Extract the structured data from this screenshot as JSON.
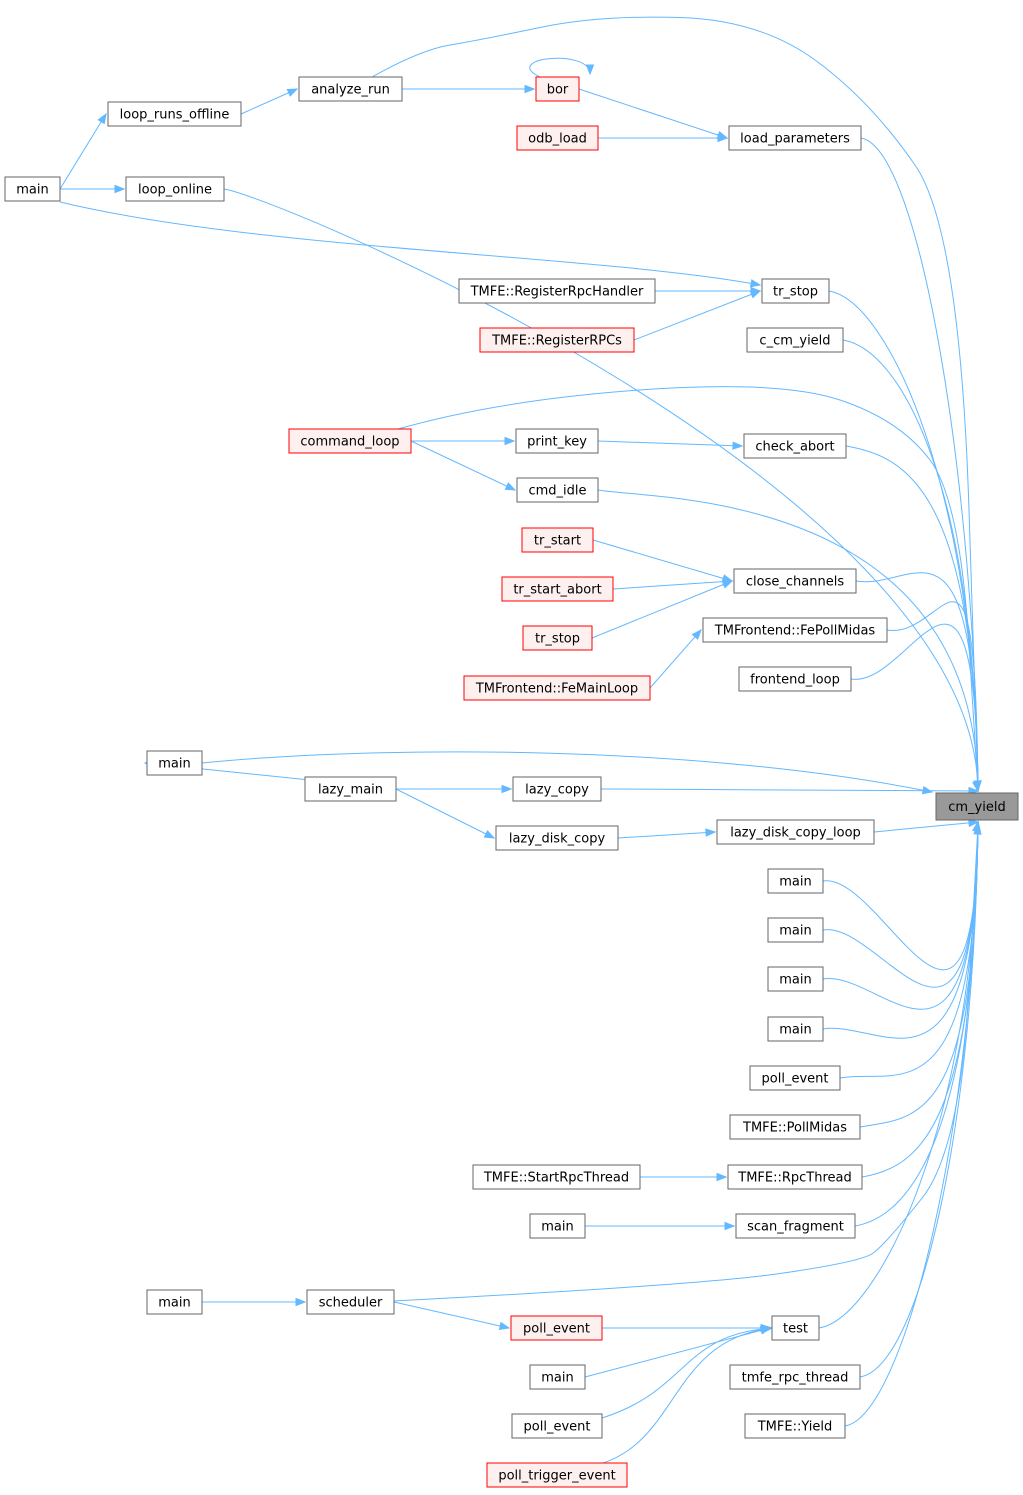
{
  "colors": {
    "edge": "#63b8ff",
    "normal_fill": "#ffffff",
    "normal_stroke": "#666666",
    "trunc_fill": "#fff0f0",
    "trunc_stroke": "#ff0000",
    "root_fill": "#999999",
    "root_stroke": "#666666"
  },
  "nodes": {
    "cm_yield": {
      "label": "cm_yield",
      "style": "root"
    },
    "analyze_run": {
      "label": "analyze_run",
      "style": "normal"
    },
    "bor": {
      "label": "bor",
      "style": "trunc"
    },
    "loop_runs_offline": {
      "label": "loop_runs_offline",
      "style": "normal"
    },
    "main_a": {
      "label": "main",
      "style": "normal"
    },
    "odb_load": {
      "label": "odb_load",
      "style": "trunc"
    },
    "load_parameters": {
      "label": "load_parameters",
      "style": "normal"
    },
    "loop_online": {
      "label": "loop_online",
      "style": "normal"
    },
    "tmfe_register_rpc_handler": {
      "label": "TMFE::RegisterRpcHandler",
      "style": "normal"
    },
    "tr_stop_a": {
      "label": "tr_stop",
      "style": "normal"
    },
    "tmfe_register_rpcs": {
      "label": "TMFE::RegisterRPCs",
      "style": "trunc"
    },
    "c_cm_yield": {
      "label": "c_cm_yield",
      "style": "normal"
    },
    "command_loop": {
      "label": "command_loop",
      "style": "trunc"
    },
    "print_key": {
      "label": "print_key",
      "style": "normal"
    },
    "check_abort": {
      "label": "check_abort",
      "style": "normal"
    },
    "cmd_idle": {
      "label": "cmd_idle",
      "style": "normal"
    },
    "tr_start": {
      "label": "tr_start",
      "style": "trunc"
    },
    "close_channels": {
      "label": "close_channels",
      "style": "normal"
    },
    "tr_start_abort": {
      "label": "tr_start_abort",
      "style": "trunc"
    },
    "tr_stop_b": {
      "label": "tr_stop",
      "style": "trunc"
    },
    "fe_poll_midas": {
      "label": "TMFrontend::FePollMidas",
      "style": "normal"
    },
    "fe_main_loop": {
      "label": "TMFrontend::FeMainLoop",
      "style": "trunc"
    },
    "frontend_loop": {
      "label": "frontend_loop",
      "style": "normal"
    },
    "main_b": {
      "label": "main",
      "style": "normal"
    },
    "lazy_main": {
      "label": "lazy_main",
      "style": "normal"
    },
    "lazy_copy": {
      "label": "lazy_copy",
      "style": "normal"
    },
    "lazy_disk_copy": {
      "label": "lazy_disk_copy",
      "style": "normal"
    },
    "lazy_disk_copy_loop": {
      "label": "lazy_disk_copy_loop",
      "style": "normal"
    },
    "main_c": {
      "label": "main",
      "style": "normal"
    },
    "main_d": {
      "label": "main",
      "style": "normal"
    },
    "main_e": {
      "label": "main",
      "style": "normal"
    },
    "main_f": {
      "label": "main",
      "style": "normal"
    },
    "poll_event_a": {
      "label": "poll_event",
      "style": "normal"
    },
    "tmfe_poll_midas": {
      "label": "TMFE::PollMidas",
      "style": "normal"
    },
    "tmfe_start_rpc_thread": {
      "label": "TMFE::StartRpcThread",
      "style": "normal"
    },
    "tmfe_rpc_thread": {
      "label": "TMFE::RpcThread",
      "style": "normal"
    },
    "main_g": {
      "label": "main",
      "style": "normal"
    },
    "scan_fragment": {
      "label": "scan_fragment",
      "style": "normal"
    },
    "main_h": {
      "label": "main",
      "style": "normal"
    },
    "scheduler": {
      "label": "scheduler",
      "style": "normal"
    },
    "poll_event_b": {
      "label": "poll_event",
      "style": "trunc"
    },
    "test": {
      "label": "test",
      "style": "normal"
    },
    "main_i": {
      "label": "main",
      "style": "normal"
    },
    "tmfe_rpc_thread_fn": {
      "label": "tmfe_rpc_thread",
      "style": "normal"
    },
    "poll_event_c": {
      "label": "poll_event",
      "style": "normal"
    },
    "tmfe_yield": {
      "label": "TMFE::Yield",
      "style": "normal"
    },
    "poll_trigger_event": {
      "label": "poll_trigger_event",
      "style": "trunc"
    }
  },
  "edges": [
    [
      "analyze_run",
      "cm_yield"
    ],
    [
      "analyze_run",
      "bor"
    ],
    [
      "bor",
      "bor"
    ],
    [
      "bor",
      "load_parameters"
    ],
    [
      "loop_runs_offline",
      "analyze_run"
    ],
    [
      "main_a",
      "loop_runs_offline"
    ],
    [
      "main_a",
      "loop_online"
    ],
    [
      "main_a",
      "tr_stop_a"
    ],
    [
      "odb_load",
      "load_parameters"
    ],
    [
      "load_parameters",
      "cm_yield"
    ],
    [
      "loop_online",
      "cm_yield"
    ],
    [
      "tmfe_register_rpc_handler",
      "tr_stop_a"
    ],
    [
      "tmfe_register_rpcs",
      "tr_stop_a"
    ],
    [
      "tr_stop_a",
      "cm_yield"
    ],
    [
      "c_cm_yield",
      "cm_yield"
    ],
    [
      "command_loop",
      "cm_yield"
    ],
    [
      "command_loop",
      "print_key"
    ],
    [
      "command_loop",
      "cmd_idle"
    ],
    [
      "print_key",
      "check_abort"
    ],
    [
      "check_abort",
      "cm_yield"
    ],
    [
      "cmd_idle",
      "cm_yield"
    ],
    [
      "tr_start",
      "close_channels"
    ],
    [
      "tr_start_abort",
      "close_channels"
    ],
    [
      "tr_stop_b",
      "close_channels"
    ],
    [
      "close_channels",
      "cm_yield"
    ],
    [
      "fe_main_loop",
      "fe_poll_midas"
    ],
    [
      "fe_poll_midas",
      "cm_yield"
    ],
    [
      "frontend_loop",
      "cm_yield"
    ],
    [
      "main_b",
      "cm_yield"
    ],
    [
      "lazy_main",
      "main_b"
    ],
    [
      "lazy_main",
      "lazy_copy"
    ],
    [
      "lazy_main",
      "lazy_disk_copy"
    ],
    [
      "lazy_copy",
      "cm_yield"
    ],
    [
      "lazy_disk_copy",
      "lazy_disk_copy_loop"
    ],
    [
      "lazy_disk_copy_loop",
      "cm_yield"
    ],
    [
      "main_c",
      "cm_yield"
    ],
    [
      "main_d",
      "cm_yield"
    ],
    [
      "main_e",
      "cm_yield"
    ],
    [
      "main_f",
      "cm_yield"
    ],
    [
      "poll_event_a",
      "cm_yield"
    ],
    [
      "tmfe_poll_midas",
      "cm_yield"
    ],
    [
      "tmfe_start_rpc_thread",
      "tmfe_rpc_thread"
    ],
    [
      "tmfe_rpc_thread",
      "cm_yield"
    ],
    [
      "main_g",
      "scan_fragment"
    ],
    [
      "scan_fragment",
      "cm_yield"
    ],
    [
      "scheduler",
      "cm_yield"
    ],
    [
      "main_h",
      "scheduler"
    ],
    [
      "scheduler",
      "poll_event_b"
    ],
    [
      "poll_event_b",
      "test"
    ],
    [
      "main_i",
      "test"
    ],
    [
      "poll_event_c",
      "test"
    ],
    [
      "poll_trigger_event",
      "test"
    ],
    [
      "test",
      "cm_yield"
    ],
    [
      "tmfe_rpc_thread_fn",
      "cm_yield"
    ],
    [
      "tmfe_yield",
      "cm_yield"
    ]
  ]
}
